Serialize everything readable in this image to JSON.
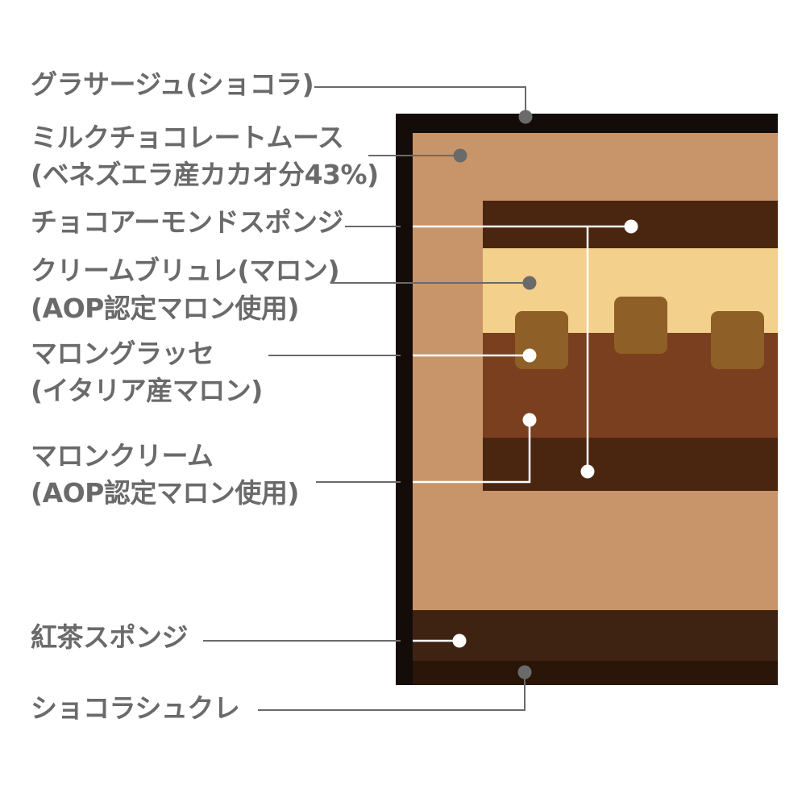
{
  "labels": {
    "glacage": "グラサージュ(ショコラ)",
    "milk_mousse_1": "ミルクチョコレートムース",
    "milk_mousse_2": "(ベネズエラ産カカオ分43%)",
    "choco_sponge": "チョコアーモンドスポンジ",
    "brulee_1": "クリームブリュレ(マロン)",
    "brulee_2": "(AOP認定マロン使用)",
    "glace_1": "マロングラッセ",
    "glace_2": "(イタリア産マロン)",
    "marron_cream_1": "マロンクリーム",
    "marron_cream_2": "(AOP認定マロン使用)",
    "tea_sponge": "紅茶スポンジ",
    "crunch": "ショコラシュクレ"
  },
  "colors": {
    "glacage": "#140c08",
    "mousse": "#c8956a",
    "choco_sponge": "#4a2611",
    "brulee": "#f3d08b",
    "marron_cream": "#7a3f1f",
    "marron_glace": "#8e5f26",
    "tea_sponge": "#3f2312",
    "crunch": "#2a1609",
    "leader_gray": "#6a6a6a",
    "leader_white": "#ffffff",
    "text": "#6a6a6a"
  }
}
